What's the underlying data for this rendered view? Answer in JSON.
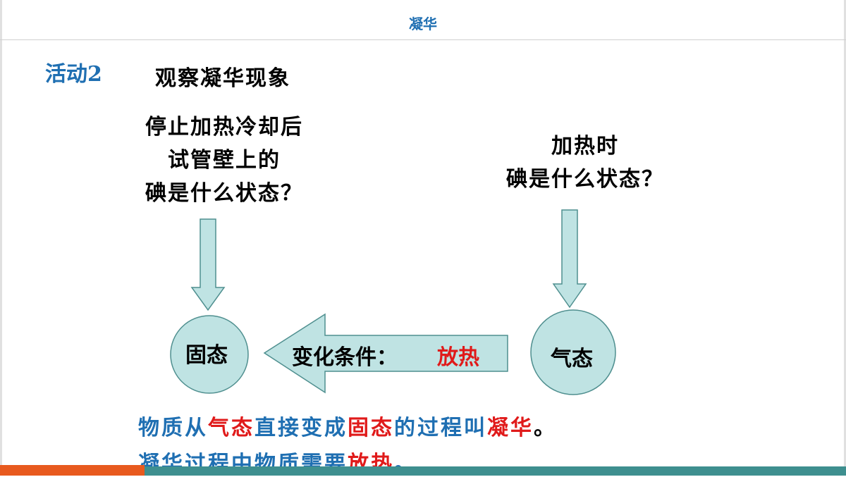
{
  "header": {
    "title": "凝华"
  },
  "activity": {
    "label": "活动2",
    "title": "观察凝华现象"
  },
  "questions": {
    "left": [
      "停止加热冷却后",
      "试管壁上的",
      "碘是什么状态？"
    ],
    "right": [
      "加热时",
      "碘是什么状态？"
    ]
  },
  "diagram": {
    "solid_label": "固态",
    "gas_label": "气态",
    "condition_prefix": "变化条件：",
    "condition_value": "放热"
  },
  "summary": {
    "line1": [
      "物质从",
      "气态",
      "直接变成",
      "固态",
      "的过程叫",
      "凝华",
      "。"
    ],
    "line2": [
      "凝华过程中物质需要",
      "放热",
      "。"
    ]
  },
  "colors": {
    "accent_blue": "#1f6fb2",
    "highlight_red": "#e01a1a",
    "shape_fill": "#bfe3e3",
    "shape_stroke": "#4f8f8f",
    "bar_orange": "#e85a1e",
    "bar_teal": "#3e8f8f"
  }
}
